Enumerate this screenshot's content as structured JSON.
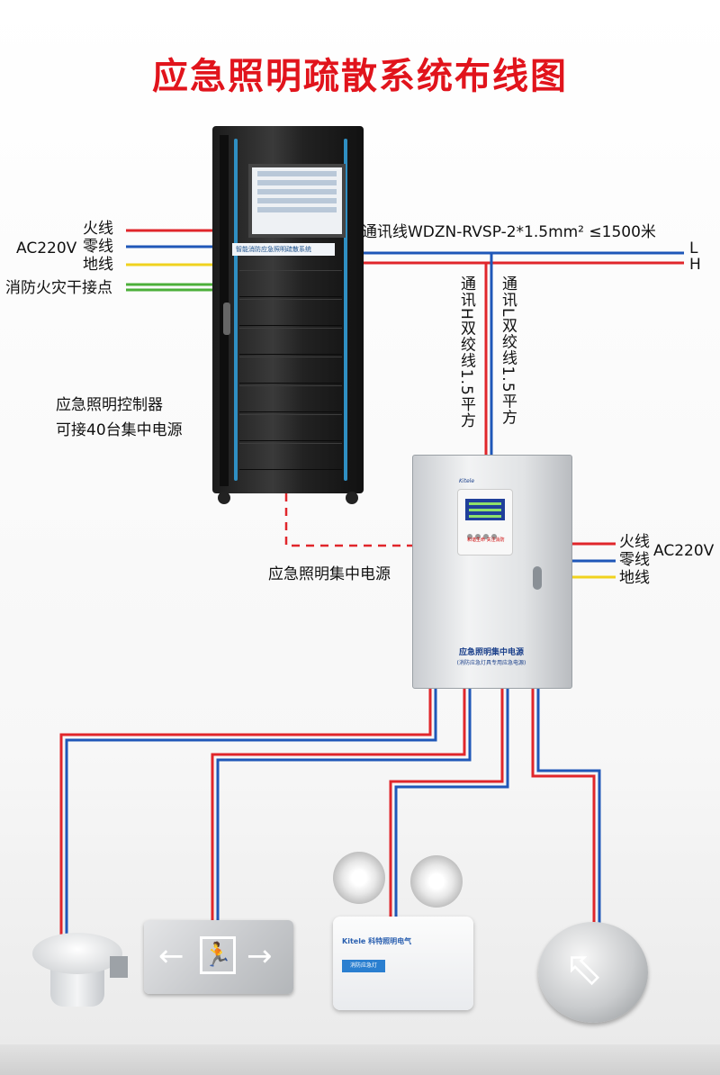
{
  "title": "应急照明疏散系统布线图",
  "left_inputs": {
    "fire": "火线",
    "ac": "AC220V",
    "neutral": "零线",
    "ground": "地线",
    "fire_contact": "消防火灾干接点"
  },
  "comm_line": {
    "label": "通讯线WDZN-RVSP-2*1.5mm²  ≤1500米",
    "L": "L",
    "H": "H"
  },
  "vertical_labels": {
    "h_pair": "通讯H双绞线1.5平方",
    "l_pair": "通讯L双绞线1.5平方"
  },
  "controller": {
    "line1": "应急照明控制器",
    "line2": "可接40台集中电源",
    "plate_text": "智能消防应急照明疏散系统"
  },
  "power_source": {
    "label": "应急照明集中电源",
    "panel_name": "应急照明集中电源",
    "panel_sub": "(消防应急灯具专用应急电源)",
    "red_text": "和谐生命 关注消防"
  },
  "right_inputs": {
    "fire": "火线",
    "neutral": "零线",
    "ground": "地线",
    "ac": "AC220V"
  },
  "fixtures": {
    "exit_left_arrow": "←",
    "exit_right_arrow": "→",
    "exit_figure": "🏃",
    "lamp_brand": "Kitele 科特照明电气",
    "lamp_tag": "消防应急灯",
    "floor_arrow": "⇧"
  },
  "colors": {
    "fire": "#e0262b",
    "neutral": "#1f57b8",
    "ground": "#f0d21e",
    "fire_contact": "#4caf3a",
    "title": "#e1141c",
    "strip": "#2f8fc3"
  }
}
